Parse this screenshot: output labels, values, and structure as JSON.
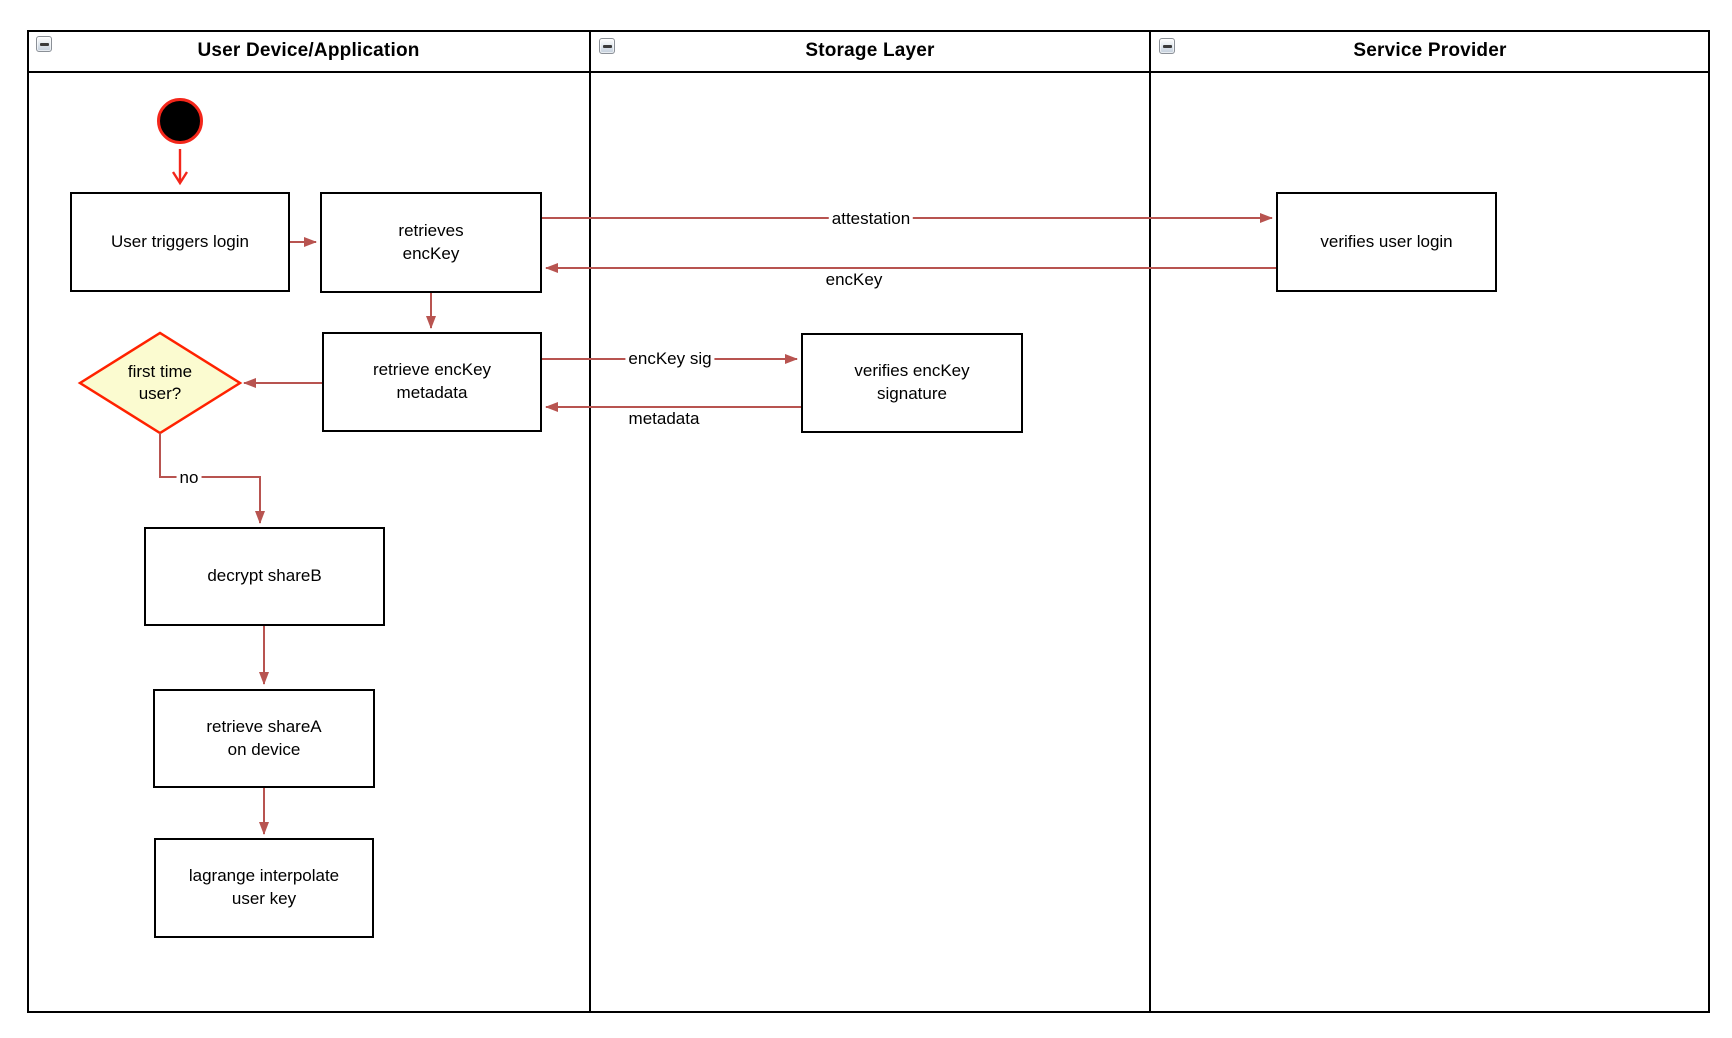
{
  "lanes": [
    {
      "title": "User Device/Application",
      "collapse_icon": "minus-icon"
    },
    {
      "title": "Storage Layer",
      "collapse_icon": "minus-icon"
    },
    {
      "title": "Service Provider",
      "collapse_icon": "minus-icon"
    }
  ],
  "nodes": {
    "user_triggers_login": "User triggers login",
    "retrieves_enckey": "retrieves\nencKey",
    "retrieve_enckey_metadata": "retrieve encKey\nmetadata",
    "first_time_user": "first time\nuser?",
    "decrypt_shareb": "decrypt shareB",
    "retrieve_sharea_on_device": "retrieve shareA\non device",
    "lagrange_interpolate_user_key": "lagrange interpolate\nuser key",
    "verifies_enckey_signature": "verifies encKey\nsignature",
    "verifies_user_login": "verifies user login"
  },
  "edge_labels": {
    "attestation": "attestation",
    "enckey": "encKey",
    "enckey_sig": "encKey sig",
    "metadata": "metadata",
    "no": "no"
  },
  "colors": {
    "flow_edge": "#B85450",
    "start_accent": "#F3261A",
    "decision_fill": "#FBFBD0",
    "decision_border": "#FF2200",
    "shape_border": "#000000"
  }
}
